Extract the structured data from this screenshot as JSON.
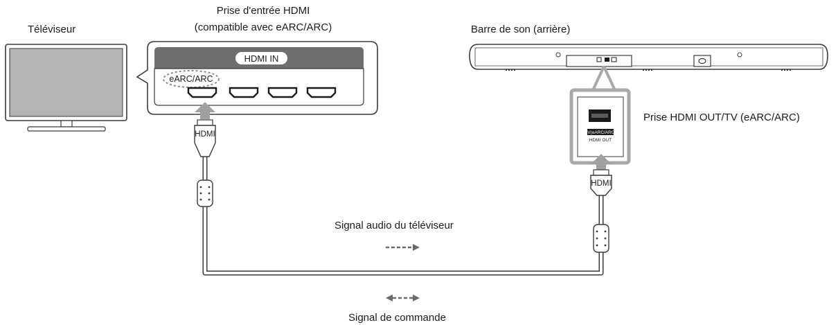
{
  "labels": {
    "tv": "Téléviseur",
    "hdmi_in_title_line1": "Prise d'entrée HDMI",
    "hdmi_in_title_line2": "(compatible avec eARC/ARC)",
    "soundbar": "Barre de son (arrière)",
    "hdmi_out_port": "Prise HDMI OUT/TV (eARC/ARC)",
    "audio_signal": "Signal audio du téléviseur",
    "control_signal": "Signal de commande"
  },
  "tv_panel": {
    "hdmi_in_badge": "HDMI IN",
    "earc_label": "eARC/ARC"
  },
  "cables": {
    "left_plug": "HDMI",
    "right_plug": "HDMI"
  },
  "soundbar_port": {
    "line1": "TV(eARC/ARC)",
    "line2": "HDMI OUT"
  },
  "icons": [
    "television-icon",
    "soundbar-icon",
    "hdmi-port-icon",
    "hdmi-plug-icon",
    "ferrite-core-icon",
    "arrow-icon"
  ],
  "colors": {
    "line": "#3a3a3a",
    "panel_gray": "#6e6e6e",
    "screen_gray": "#b4b4b4",
    "arrow_gray": "#9a9a9a"
  }
}
